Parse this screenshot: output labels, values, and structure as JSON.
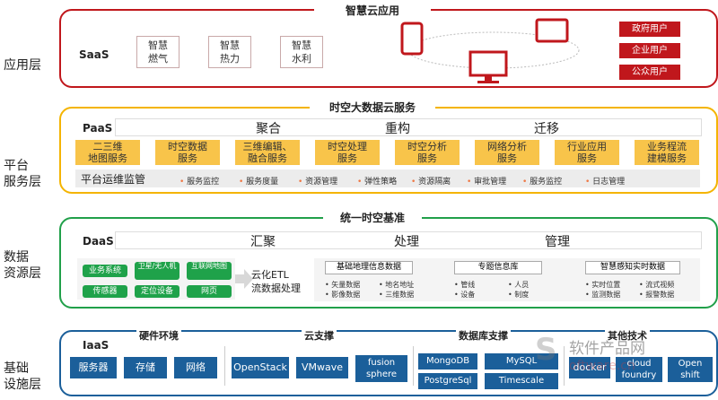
{
  "side_labels": {
    "app": "应用层",
    "platform_1": "平台",
    "platform_2": "服务层",
    "data_1": "数据",
    "data_2": "资源层",
    "infra_1": "基础",
    "infra_2": "设施层"
  },
  "app_layer": {
    "title": "智慧云应用",
    "tag": "SaaS",
    "apps": [
      {
        "line1": "智慧",
        "line2": "燃气"
      },
      {
        "line1": "智慧",
        "line2": "热力"
      },
      {
        "line1": "智慧",
        "line2": "水利"
      }
    ],
    "users": [
      "政府用户",
      "企业用户",
      "公众用户"
    ]
  },
  "platform_layer": {
    "title": "时空大数据云服务",
    "tag": "PaaS",
    "bar": [
      "聚合",
      "重构",
      "迁移"
    ],
    "services": [
      {
        "line1": "二三维",
        "line2": "地图服务"
      },
      {
        "line1": "时空数据",
        "line2": "服务"
      },
      {
        "line1": "三维编辑、",
        "line2": "融合服务"
      },
      {
        "line1": "时空处理",
        "line2": "服务"
      },
      {
        "line1": "时空分析",
        "line2": "服务"
      },
      {
        "line1": "网络分析",
        "line2": "服务"
      },
      {
        "line1": "行业应用",
        "line2": "服务"
      },
      {
        "line1": "业务程流",
        "line2": "建模服务"
      }
    ],
    "ops_title": "平台运维监管",
    "ops_items": [
      "服务监控",
      "服务度量",
      "资源管理",
      "弹性策略",
      "资源隔离",
      "审批管理",
      "服务监控",
      "日志管理"
    ]
  },
  "data_layer": {
    "title": "统一时空基准",
    "tag": "DaaS",
    "bar": [
      "汇聚",
      "处理",
      "管理"
    ],
    "sources": [
      "业务系统",
      "卫星/无人机",
      "互联网地图",
      "传感器",
      "定位设备",
      "网页"
    ],
    "etl_line1": "云化ETL",
    "etl_line2": "流数据处理",
    "groups": [
      {
        "title": "基础地理信息数据",
        "items": [
          "矢量数据",
          "地名地址",
          "影像数据",
          "三维数据"
        ]
      },
      {
        "title": "专题信息库",
        "items": [
          "管线",
          "人员",
          "设备",
          "制度"
        ]
      },
      {
        "title": "智慧感知实时数据",
        "items": [
          "实时位置",
          "流式视频",
          "监测数据",
          "报警数据"
        ]
      }
    ]
  },
  "infra_layer": {
    "tag": "IaaS",
    "hardware_title": "硬件环境",
    "hardware": [
      "服务器",
      "存储",
      "网络"
    ],
    "cloud_title": "云支撑",
    "cloud": [
      "OpenStack",
      "VMwave"
    ],
    "cloud_fusion_line1": "fusion",
    "cloud_fusion_line2": "sphere",
    "db_title": "数据库支撑",
    "db": [
      "MongoDB",
      "MySQL",
      "PostgreSql",
      "Timescale"
    ],
    "other_title": "其他技术",
    "other": [
      "docker"
    ],
    "other_cloud_line1": "cloud",
    "other_cloud_line2": "foundry",
    "other_open_line1": "Open",
    "other_open_line2": "shift"
  },
  "watermark": {
    "letter": "S",
    "line1": "软件产品网",
    "line2": "oftware.cn"
  },
  "colors": {
    "red": "#c0171c",
    "yellow": "#f4b400",
    "green": "#21a04a",
    "blue": "#1b5f9a"
  }
}
